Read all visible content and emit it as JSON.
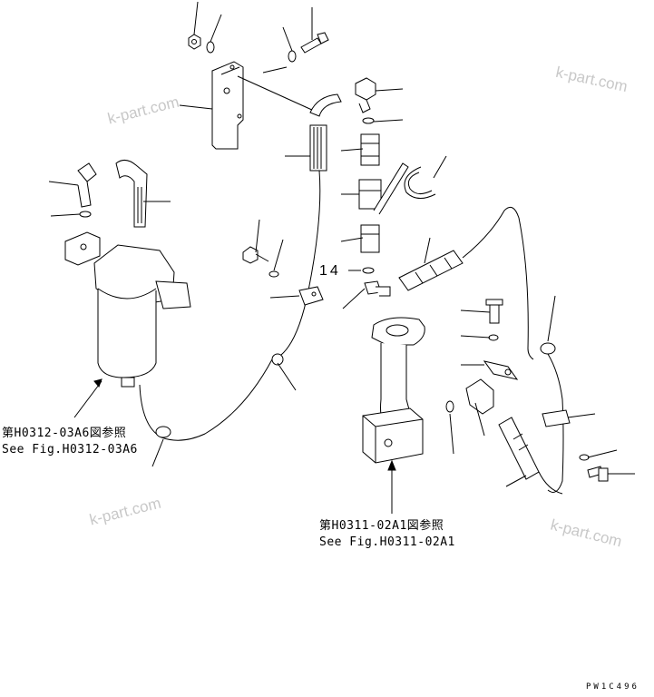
{
  "watermarks": [
    "k-part.com",
    "k-part.com",
    "k-part.com",
    "k-part.com"
  ],
  "references": {
    "filter_ref_jp": "第H0312-03A6図参照",
    "filter_ref_en": "See Fig.H0312-03A6",
    "block_ref_jp": "第H0311-02A1図参照",
    "block_ref_en": "See Fig.H0311-02A1"
  },
  "part_number_label": "14",
  "drawing_code": "PW1C496"
}
